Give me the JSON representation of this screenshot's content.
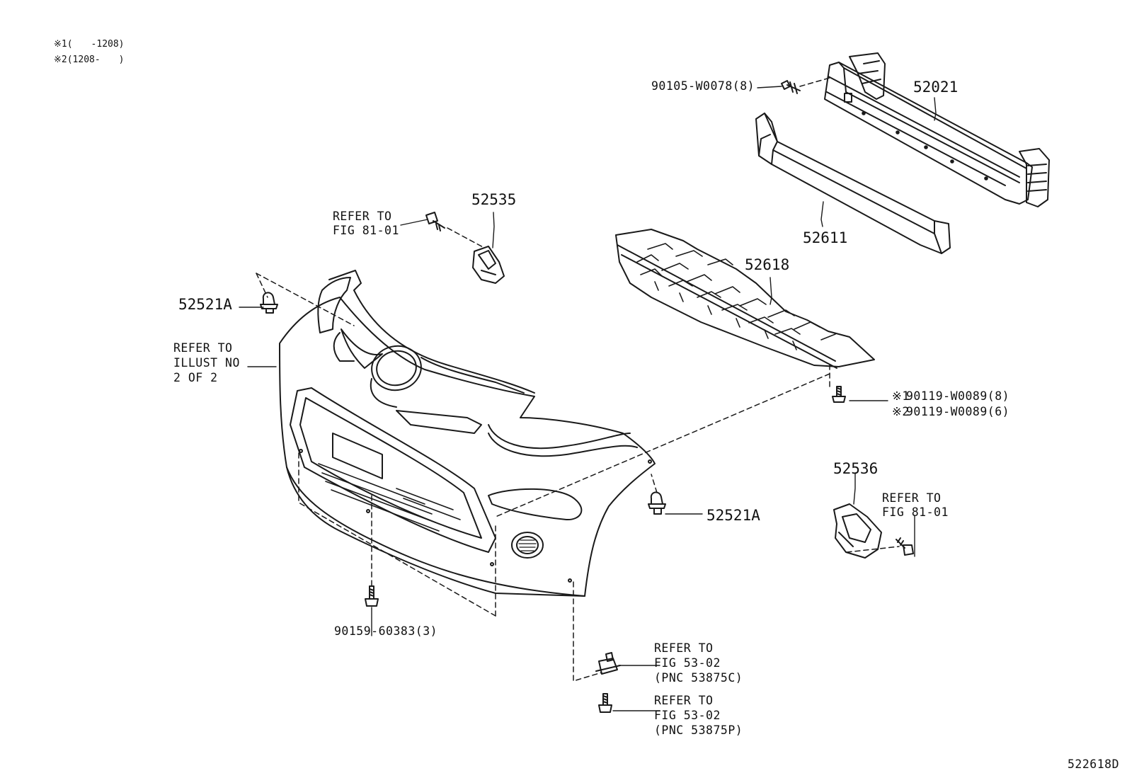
{
  "notes": {
    "note1": "※1(　　-1208)",
    "note2": "※2(1208-　　)"
  },
  "parts": {
    "p52021": "52021",
    "p52611": "52611",
    "p52618": "52618",
    "p52535": "52535",
    "p52536": "52536",
    "p52521A_left": "52521A",
    "p52521A_right": "52521A"
  },
  "fasteners": {
    "bolt_top": "90105-W0078(8)",
    "screw_a": "90119-W0089(8)",
    "screw_b": "90119-W0089(6)",
    "screw_bottom": "90159-60383(3)",
    "mark1": "※1",
    "mark2": "※2"
  },
  "references": {
    "ref_81_01_left": [
      "REFER TO",
      "FIG 81-01"
    ],
    "ref_illust": [
      "REFER TO",
      "ILLUST NO",
      "2 OF 2"
    ],
    "ref_81_01_right": [
      "REFER TO",
      "FIG 81-01"
    ],
    "ref_53875C": [
      "REFER TO",
      "FIG 53-02",
      "(PNC 53875C)"
    ],
    "ref_53875P": [
      "REFER TO",
      "FIG 53-02",
      "(PNC 53875P)"
    ]
  },
  "figure_id": "522618D"
}
